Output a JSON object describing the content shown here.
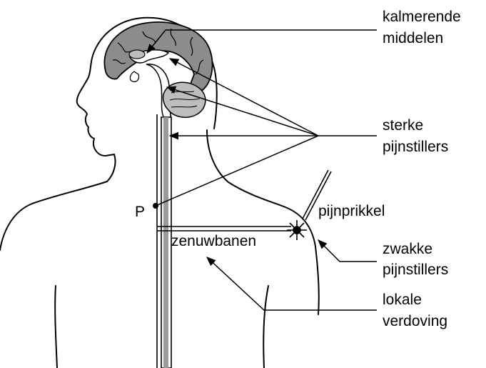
{
  "labels": {
    "kalmerende_line1": "kalmerende",
    "kalmerende_line2": "middelen",
    "sterke_line1": "sterke",
    "sterke_line2": "pijnstillers",
    "pijnprikkel": "pijnprikkel",
    "zwakke_line1": "zwakke",
    "zwakke_line2": "pijnstillers",
    "lokale_line1": "lokale",
    "lokale_line2": "verdoving",
    "zenuwbanen": "zenuwbanen",
    "p_point": "P"
  },
  "colors": {
    "line": "#000000",
    "cortex": "#8c8c8c",
    "cerebellum": "#bdbdbd",
    "spinal_cord": "#9a9a9a",
    "background": "#ffffff"
  }
}
